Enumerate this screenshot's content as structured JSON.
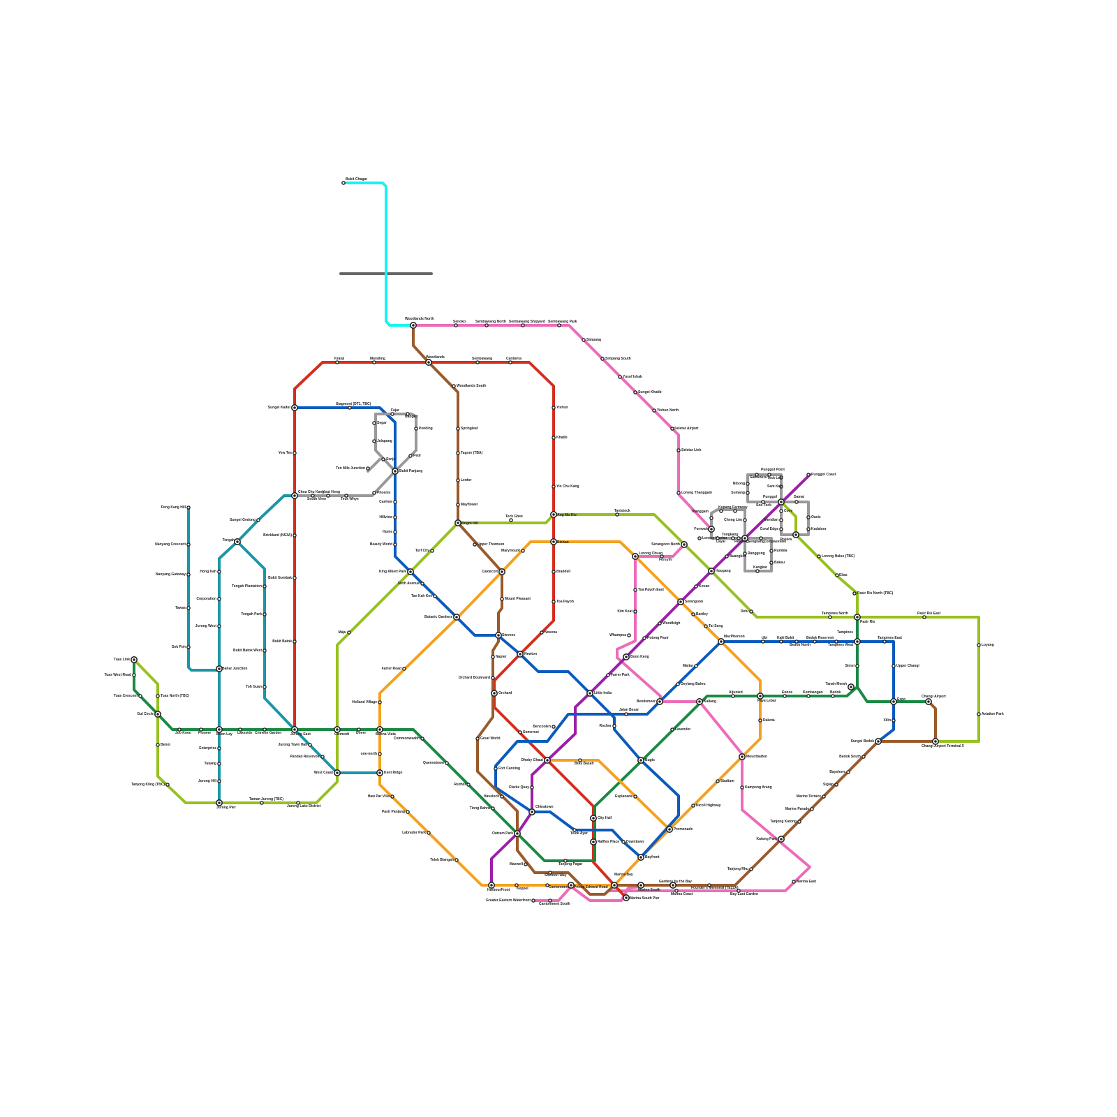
{
  "colors": {
    "NSL": "#d42e1f",
    "EWL": "#1a8a43",
    "NEL": "#9b1fa8",
    "CCL": "#f5a11d",
    "DTL": "#0a5bbd",
    "TEL": "#9a5a2a",
    "JRL": "#1b96a6",
    "CRL": "#97c11f",
    "LRT": "#999999",
    "PINK": "#ec6cb9",
    "RTS": "#16f4f2",
    "BORDER": "#666666"
  },
  "stations": [
    {
      "id": "bukit-chagar",
      "name": "Bukit Chagar"
    },
    {
      "id": "woodlands-north",
      "name": "Woodlands North",
      "interchange": true
    },
    {
      "id": "senoko",
      "name": "Senoko"
    },
    {
      "id": "sembawang-north",
      "name": "Sembawang North"
    },
    {
      "id": "sembawang-shipyard",
      "name": "Sembawang Shipyard"
    },
    {
      "id": "sembawang-park",
      "name": "Sembawang Park"
    },
    {
      "id": "simpang",
      "name": "Simpang"
    },
    {
      "id": "simpang-south",
      "name": "Simpang South"
    },
    {
      "id": "yusof-ishak",
      "name": "Yusof Ishak"
    },
    {
      "id": "sungei-khatib",
      "name": "Sungei Khatib"
    },
    {
      "id": "yishun-north",
      "name": "Yishun North"
    },
    {
      "id": "seletar-airport",
      "name": "Seletar Airport"
    },
    {
      "id": "seletar-link",
      "name": "Seletar Link"
    },
    {
      "id": "lorong-thanggam",
      "name": "Lorong Thanggam"
    },
    {
      "id": "kranji",
      "name": "Kranji"
    },
    {
      "id": "marsiling",
      "name": "Marsiling"
    },
    {
      "id": "woodlands",
      "name": "Woodlands",
      "interchange": true
    },
    {
      "id": "sembawang",
      "name": "Sembawang"
    },
    {
      "id": "canberra",
      "name": "Canberra"
    },
    {
      "id": "woodlands-south",
      "name": "Woodlands South"
    },
    {
      "id": "springleaf",
      "name": "Springleaf"
    },
    {
      "id": "tagore",
      "name": "Tagore (TBA)"
    },
    {
      "id": "lentor",
      "name": "Lentor"
    },
    {
      "id": "mayflower",
      "name": "Mayflower"
    },
    {
      "id": "bright-hill",
      "name": "Bright Hill",
      "interchange": true
    },
    {
      "id": "upper-thomson",
      "name": "Upper Thomson"
    },
    {
      "id": "caldecott",
      "name": "Caldecott",
      "interchange": true
    },
    {
      "id": "mount-pleasant",
      "name": "Mount Pleasant"
    },
    {
      "id": "stevens",
      "name": "Stevens",
      "interchange": true
    },
    {
      "id": "napier",
      "name": "Napier"
    },
    {
      "id": "orchard-boulevard",
      "name": "Orchard Boulevard"
    },
    {
      "id": "orchard",
      "name": "Orchard",
      "interchange": true
    },
    {
      "id": "great-world",
      "name": "Great World"
    },
    {
      "id": "havelock",
      "name": "Havelock"
    },
    {
      "id": "outram-park",
      "name": "Outram Park",
      "interchange": true
    },
    {
      "id": "maxwell",
      "name": "Maxwell"
    },
    {
      "id": "shenton-way",
      "name": "Shenton Way"
    },
    {
      "id": "marina-bay",
      "name": "Marina Bay",
      "interchange": true
    },
    {
      "id": "gardens-by-the-bay",
      "name": "Gardens by the Bay",
      "interchange": true
    },
    {
      "id": "founders-memorial",
      "name": "Founder's Memorial (TE22A)"
    },
    {
      "id": "tanjong-rhu",
      "name": "Tanjong Rhu"
    },
    {
      "id": "katong-park",
      "name": "Katong Park",
      "interchange": true
    },
    {
      "id": "tanjong-katong",
      "name": "Tanjong Katong"
    },
    {
      "id": "marine-parade",
      "name": "Marine Parade"
    },
    {
      "id": "marine-terrace",
      "name": "Marine Terrace"
    },
    {
      "id": "siglap",
      "name": "Siglap"
    },
    {
      "id": "bayshore",
      "name": "Bayshore"
    },
    {
      "id": "bedok-south",
      "name": "Bedok South"
    },
    {
      "id": "sungei-bedok",
      "name": "Sungei Bedok",
      "interchange": true
    },
    {
      "id": "changi-airport-t5",
      "name": "Changi Airport Terminal 5",
      "interchange": true
    },
    {
      "id": "yishun",
      "name": "Yishun"
    },
    {
      "id": "khatib",
      "name": "Khatib"
    },
    {
      "id": "yio-chu-kang",
      "name": "Yio Chu Kang"
    },
    {
      "id": "ang-mo-kio",
      "name": "Ang Mo Kio",
      "interchange": true
    },
    {
      "id": "bishan",
      "name": "Bishan",
      "interchange": true
    },
    {
      "id": "braddell",
      "name": "Braddell"
    },
    {
      "id": "toa-payoh",
      "name": "Toa Payoh"
    },
    {
      "id": "novena",
      "name": "Novena"
    },
    {
      "id": "newton",
      "name": "Newton",
      "interchange": true
    },
    {
      "id": "somerset",
      "name": "Somerset"
    },
    {
      "id": "dhoby-ghaut",
      "name": "Dhoby Ghaut",
      "interchange": true
    },
    {
      "id": "city-hall",
      "name": "City Hall",
      "interchange": true
    },
    {
      "id": "raffles-place",
      "name": "Raffles Place",
      "interchange": true
    },
    {
      "id": "marina-south-pier",
      "name": "Marina South Pier",
      "interchange": true
    },
    {
      "id": "sungei-kadut",
      "name": "Sungei Kadut",
      "interchange": true
    },
    {
      "id": "yew-tee",
      "name": "Yew Tee"
    },
    {
      "id": "choa-chu-kang",
      "name": "Choa Chu Kang",
      "interchange": true
    },
    {
      "id": "bukit-panjang",
      "name": "Bukit Panjang",
      "interchange": true
    },
    {
      "id": "brickland",
      "name": "Brickland (NS3A)"
    },
    {
      "id": "bukit-gombak",
      "name": "Bukit Gombak"
    },
    {
      "id": "bukit-batok",
      "name": "Bukit Batok"
    },
    {
      "id": "jurong-east",
      "name": "Jurong East",
      "interchange": true
    },
    {
      "id": "sungei-gedong",
      "name": "Sungei Gedong"
    },
    {
      "id": "tengah",
      "name": "Tengah",
      "interchange": true
    },
    {
      "id": "peng-kang-hill",
      "name": "Peng Kang Hill"
    },
    {
      "id": "nanyang-crescent",
      "name": "Nanyang Crescent"
    },
    {
      "id": "nanyang-gateway",
      "name": "Nanyang Gateway"
    },
    {
      "id": "tawas",
      "name": "Tawas"
    },
    {
      "id": "gek-poh",
      "name": "Gek Poh"
    },
    {
      "id": "bahar-junction",
      "name": "Bahar Junction",
      "interchange": true
    },
    {
      "id": "hong-kah",
      "name": "Hong Kah"
    },
    {
      "id": "corporation",
      "name": "Corporation"
    },
    {
      "id": "jurong-west",
      "name": "Jurong West"
    },
    {
      "id": "boon-lay",
      "name": "Boon Lay",
      "interchange": true
    },
    {
      "id": "enterprise",
      "name": "Enterprise"
    },
    {
      "id": "tukang",
      "name": "Tukang"
    },
    {
      "id": "jurong-hill",
      "name": "Jurong Hill"
    },
    {
      "id": "jurong-pier",
      "name": "Jurong Pier",
      "interchange": true
    },
    {
      "id": "tuas-link",
      "name": "Tuas Link",
      "interchange": true
    },
    {
      "id": "tuas-west-road",
      "name": "Tuas West Road"
    },
    {
      "id": "tuas-crescent",
      "name": "Tuas Crescent"
    },
    {
      "id": "gul-circle",
      "name": "Gul Circle",
      "interchange": true
    },
    {
      "id": "tuas-north",
      "name": "Tuas North (TBC)"
    },
    {
      "id": "joo-koon",
      "name": "Joo Koon"
    },
    {
      "id": "pioneer",
      "name": "Pioneer"
    },
    {
      "id": "lakeside",
      "name": "Lakeside"
    },
    {
      "id": "chinese-garden",
      "name": "Chinese Garden"
    },
    {
      "id": "benoi",
      "name": "Benoi"
    },
    {
      "id": "tanjong-kling",
      "name": "Tanjong Kling (TBC)"
    },
    {
      "id": "taman-jurong",
      "name": "Taman Jurong (TBC)"
    },
    {
      "id": "jurong-lake-district",
      "name": "Jurong Lake District"
    },
    {
      "id": "tengah-plantation",
      "name": "Tengah Plantation"
    },
    {
      "id": "tengah-park",
      "name": "Tengah Park"
    },
    {
      "id": "bukit-batok-west",
      "name": "Bukit Batok West"
    },
    {
      "id": "toh-guan",
      "name": "Toh Guan"
    },
    {
      "id": "jurong-town-hall",
      "name": "Jurong Town Hall"
    },
    {
      "id": "pandan-reservoir",
      "name": "Pandan Reservoir"
    },
    {
      "id": "west-coast",
      "name": "West Coast",
      "interchange": true
    },
    {
      "id": "kent-ridge",
      "name": "Kent Ridge",
      "interchange": true
    },
    {
      "id": "clementi",
      "name": "Clementi",
      "interchange": true
    },
    {
      "id": "dover",
      "name": "Dover"
    },
    {
      "id": "buona-vista",
      "name": "Buona Vista",
      "interchange": true
    },
    {
      "id": "commonwealth",
      "name": "Commonwealth"
    },
    {
      "id": "queenstown",
      "name": "Queenstown"
    },
    {
      "id": "redhill",
      "name": "Redhill"
    },
    {
      "id": "tiong-bahru",
      "name": "Tiong Bahru"
    },
    {
      "id": "tanjong-pagar",
      "name": "Tanjong Pagar"
    },
    {
      "id": "bugis",
      "name": "Bugis",
      "interchange": true
    },
    {
      "id": "lavender",
      "name": "Lavender"
    },
    {
      "id": "kallang",
      "name": "Kallang",
      "interchange": true
    },
    {
      "id": "aljunied",
      "name": "Aljunied"
    },
    {
      "id": "paya-lebar",
      "name": "Paya Lebar",
      "interchange": true
    },
    {
      "id": "eunos",
      "name": "Eunos"
    },
    {
      "id": "kembangan",
      "name": "Kembangan"
    },
    {
      "id": "bedok",
      "name": "Bedok"
    },
    {
      "id": "tanah-merah",
      "name": "Tanah Merah",
      "interchange": true
    },
    {
      "id": "simei",
      "name": "Simei"
    },
    {
      "id": "tampines",
      "name": "Tampines",
      "interchange": true
    },
    {
      "id": "pasir-ris",
      "name": "Pasir Ris",
      "interchange": true
    },
    {
      "id": "expo",
      "name": "Expo",
      "interchange": true
    },
    {
      "id": "changi-airport",
      "name": "Changi Airport",
      "interchange": true
    },
    {
      "id": "tampines-north",
      "name": "Tampines North"
    },
    {
      "id": "pasir-ris-east",
      "name": "Pasir Ris East"
    },
    {
      "id": "loyang",
      "name": "Loyang"
    },
    {
      "id": "aviation-park",
      "name": "Aviation Park"
    },
    {
      "id": "elias",
      "name": "Elias"
    },
    {
      "id": "pasir-ris-north",
      "name": "Pasir Ris North (TBC)"
    },
    {
      "id": "lorong-halus",
      "name": "Lorong Halus (TBC)"
    },
    {
      "id": "punggol",
      "name": "Punggol",
      "interchange": true
    },
    {
      "id": "riviera",
      "name": "Riviera",
      "interchange": true
    },
    {
      "id": "teck-ghee",
      "name": "Teck Ghee"
    },
    {
      "id": "tavistock",
      "name": "Tavistock"
    },
    {
      "id": "serangoon-north",
      "name": "Serangoon North",
      "interchange": true
    },
    {
      "id": "hougang",
      "name": "Hougang",
      "interchange": true
    },
    {
      "id": "defu",
      "name": "Defu"
    },
    {
      "id": "turf-city",
      "name": "Turf City"
    },
    {
      "id": "king-albert-park",
      "name": "King Albert Park",
      "interchange": true
    },
    {
      "id": "maju",
      "name": "Maju"
    },
    {
      "id": "upper-changi",
      "name": "Upper Changi"
    },
    {
      "id": "xilin",
      "name": "Xilin"
    },
    {
      "id": "tampines-east",
      "name": "Tampines East"
    },
    {
      "id": "tampines-west",
      "name": "Tampines West"
    },
    {
      "id": "bedok-reservoir",
      "name": "Bedok Reservoir"
    },
    {
      "id": "bedok-north",
      "name": "Bedok North"
    },
    {
      "id": "kaki-bukit",
      "name": "Kaki Bukit"
    },
    {
      "id": "ubi",
      "name": "Ubi"
    },
    {
      "id": "macpherson",
      "name": "MacPherson",
      "interchange": true
    },
    {
      "id": "mattar",
      "name": "Mattar"
    },
    {
      "id": "geylang-bahru",
      "name": "Geylang Bahru"
    },
    {
      "id": "bendemeer",
      "name": "Bendemeer",
      "interchange": true
    },
    {
      "id": "jalan-besar",
      "name": "Jalan Besar"
    },
    {
      "id": "rochor",
      "name": "Rochor"
    },
    {
      "id": "promenade",
      "name": "Promenade",
      "interchange": true
    },
    {
      "id": "bayfront",
      "name": "Bayfront",
      "interchange": true
    },
    {
      "id": "downtown",
      "name": "Downtown"
    },
    {
      "id": "telok-ayer",
      "name": "Telok Ayer"
    },
    {
      "id": "chinatown",
      "name": "Chinatown",
      "interchange": true
    },
    {
      "id": "fort-canning",
      "name": "Fort Canning"
    },
    {
      "id": "bencoolen",
      "name": "Bencoolen"
    },
    {
      "id": "little-india",
      "name": "Little India",
      "interchange": true
    },
    {
      "id": "botanic-gardens",
      "name": "Botanic Gardens",
      "interchange": true
    },
    {
      "id": "tan-kah-kee",
      "name": "Tan Kah Kee"
    },
    {
      "id": "sixth-avenue",
      "name": "Sixth Avenue"
    },
    {
      "id": "beauty-world",
      "name": "Beauty World"
    },
    {
      "id": "hume",
      "name": "Hume"
    },
    {
      "id": "hillview",
      "name": "Hillview"
    },
    {
      "id": "cashew",
      "name": "Cashew"
    },
    {
      "id": "stagmont",
      "name": "Stagmont (DT1, TBC)"
    },
    {
      "id": "fajar",
      "name": "Fajar"
    },
    {
      "id": "bangkit",
      "name": "Bangkit"
    },
    {
      "id": "pending",
      "name": "Pending"
    },
    {
      "id": "petir",
      "name": "Petir"
    },
    {
      "id": "phoenix",
      "name": "Phoenix"
    },
    {
      "id": "segar",
      "name": "Segar"
    },
    {
      "id": "jelapang",
      "name": "Jelapang"
    },
    {
      "id": "senja",
      "name": "Senja"
    },
    {
      "id": "ten-mile-junction",
      "name": "Ten Mile Junction"
    },
    {
      "id": "south-view",
      "name": "South View"
    },
    {
      "id": "keat-hong",
      "name": "Keat Hong"
    },
    {
      "id": "teck-whye",
      "name": "Teck Whye"
    },
    {
      "id": "marymount",
      "name": "Marymount"
    },
    {
      "id": "farrer-road",
      "name": "Farrer Road"
    },
    {
      "id": "holland-village",
      "name": "Holland Village"
    },
    {
      "id": "one-north",
      "name": "one-north"
    },
    {
      "id": "haw-par-villa",
      "name": "Haw Par Villa"
    },
    {
      "id": "pasir-panjang",
      "name": "Pasir Panjang"
    },
    {
      "id": "labrador-park",
      "name": "Labrador Park"
    },
    {
      "id": "telok-blangah",
      "name": "Telok Blangah"
    },
    {
      "id": "harbourfront",
      "name": "HarbourFront",
      "interchange": true
    },
    {
      "id": "keppel",
      "name": "Keppel"
    },
    {
      "id": "cantonment",
      "name": "Cantonment"
    },
    {
      "id": "prince-edward-road",
      "name": "Prince Edward Road",
      "interchange": true
    },
    {
      "id": "greater-eastern-waterfront",
      "name": "Greater Eastern Waterfront"
    },
    {
      "id": "cantonment-south",
      "name": "Cantonment South"
    },
    {
      "id": "marina-south",
      "name": "Marina South",
      "interchange": true
    },
    {
      "id": "marina-coast",
      "name": "Marina Coast"
    },
    {
      "id": "bay-east-garden",
      "name": "Bay East Garden"
    },
    {
      "id": "marina-east",
      "name": "Marina East"
    },
    {
      "id": "clarke-quay",
      "name": "Clarke Quay"
    },
    {
      "id": "bras-basah",
      "name": "Bras Basah"
    },
    {
      "id": "esplanade",
      "name": "Esplanade"
    },
    {
      "id": "nicoll-highway",
      "name": "Nicoll Highway"
    },
    {
      "id": "stadium",
      "name": "Stadium"
    },
    {
      "id": "mountbatten",
      "name": "Mountbatten",
      "interchange": true
    },
    {
      "id": "kampong-arang",
      "name": "Kampong Arang"
    },
    {
      "id": "dakota",
      "name": "Dakota"
    },
    {
      "id": "tai-seng",
      "name": "Tai Seng"
    },
    {
      "id": "bartley",
      "name": "Bartley"
    },
    {
      "id": "serangoon",
      "name": "Serangoon",
      "interchange": true
    },
    {
      "id": "lorong-chuan",
      "name": "Lorong Chuan",
      "interchange": true
    },
    {
      "id": "toa-payoh-east",
      "name": "Toa Payoh East"
    },
    {
      "id": "kim-keat",
      "name": "Kim Keat"
    },
    {
      "id": "whampoa",
      "name": "Whampoa"
    },
    {
      "id": "boon-keng",
      "name": "Boon Keng",
      "interchange": true
    },
    {
      "id": "farrer-park",
      "name": "Farrer Park"
    },
    {
      "id": "potong-pasir",
      "name": "Potong Pasir"
    },
    {
      "id": "woodleigh",
      "name": "Woodleigh"
    },
    {
      "id": "kovan",
      "name": "Kovan"
    },
    {
      "id": "buangkok",
      "name": "Buangkok"
    },
    {
      "id": "sengkang",
      "name": "Sengkang",
      "interchange": true
    },
    {
      "id": "punggol-coast",
      "name": "Punggol Coast"
    },
    {
      "id": "fernvale",
      "name": "Fernvale",
      "interchange": true
    },
    {
      "id": "forsyth",
      "name": "Forsyth"
    },
    {
      "id": "lorong-kapiau",
      "name": "Lorong Kapiau"
    },
    {
      "id": "thanggam",
      "name": "Thanggam"
    },
    {
      "id": "kupang",
      "name": "Kupang"
    },
    {
      "id": "farmway",
      "name": "Farmway"
    },
    {
      "id": "cheng-lim",
      "name": "Cheng Lim"
    },
    {
      "id": "layar",
      "name": "Layar"
    },
    {
      "id": "tongkang",
      "name": "Tongkang"
    },
    {
      "id": "renjong",
      "name": "Renjong"
    },
    {
      "id": "compassvale",
      "name": "Compassvale"
    },
    {
      "id": "rumbia",
      "name": "Rumbia"
    },
    {
      "id": "bakau",
      "name": "Bakau"
    },
    {
      "id": "kangkar",
      "name": "Kangkar"
    },
    {
      "id": "ranggung",
      "name": "Ranggung"
    },
    {
      "id": "punggol-point",
      "name": "Punggol Point"
    },
    {
      "id": "samudera",
      "name": "Samudera"
    },
    {
      "id": "teck-lee",
      "name": "Teck Lee"
    },
    {
      "id": "nibong",
      "name": "Nibong"
    },
    {
      "id": "sumang",
      "name": "Sumang"
    },
    {
      "id": "sam-kee",
      "name": "Sam Kee"
    },
    {
      "id": "soo-teck",
      "name": "Soo Teck"
    },
    {
      "id": "damai",
      "name": "Damai"
    },
    {
      "id": "oasis",
      "name": "Oasis"
    },
    {
      "id": "kadaloor",
      "name": "Kadaloor"
    },
    {
      "id": "cove",
      "name": "Cove"
    },
    {
      "id": "meridian",
      "name": "Meridian"
    },
    {
      "id": "coral-edge",
      "name": "Coral Edge"
    }
  ]
}
